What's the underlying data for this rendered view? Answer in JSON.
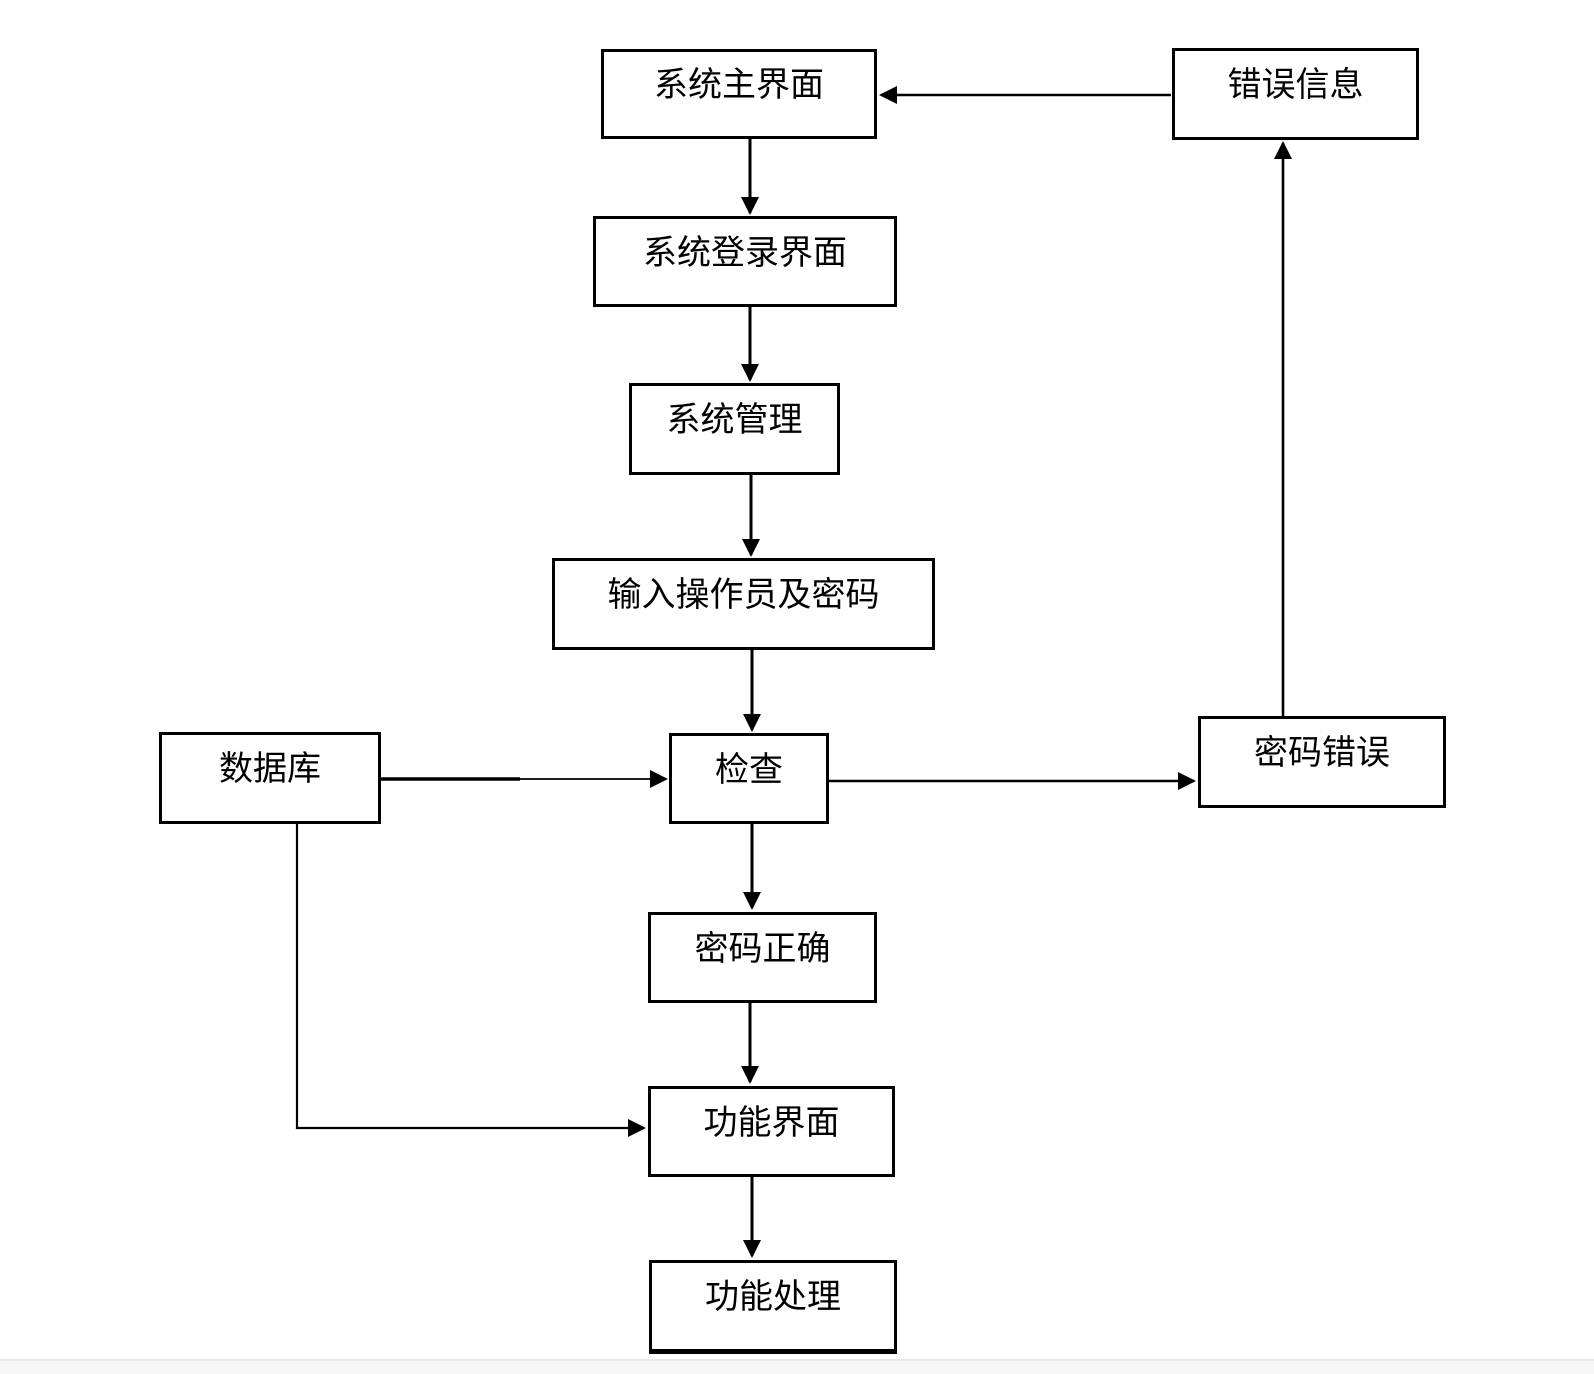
{
  "diagram": {
    "nodes": [
      {
        "id": "system-main",
        "label": "系统主界面"
      },
      {
        "id": "error-info",
        "label": "错误信息"
      },
      {
        "id": "system-login",
        "label": "系统登录界面"
      },
      {
        "id": "system-mgmt",
        "label": "系统管理"
      },
      {
        "id": "input-operator-password",
        "label": "输入操作员及密码"
      },
      {
        "id": "database",
        "label": "数据库"
      },
      {
        "id": "check",
        "label": "检查"
      },
      {
        "id": "password-error",
        "label": "密码错误"
      },
      {
        "id": "password-correct",
        "label": "密码正确"
      },
      {
        "id": "function-ui",
        "label": "功能界面"
      },
      {
        "id": "function-process",
        "label": "功能处理"
      }
    ],
    "edges": [
      {
        "from": "system-main",
        "to": "system-login"
      },
      {
        "from": "error-info",
        "to": "system-main"
      },
      {
        "from": "system-login",
        "to": "system-mgmt"
      },
      {
        "from": "system-mgmt",
        "to": "input-operator-password"
      },
      {
        "from": "input-operator-password",
        "to": "check"
      },
      {
        "from": "database",
        "to": "check"
      },
      {
        "from": "check",
        "to": "password-error"
      },
      {
        "from": "password-error",
        "to": "error-info"
      },
      {
        "from": "check",
        "to": "password-correct"
      },
      {
        "from": "password-correct",
        "to": "function-ui"
      },
      {
        "from": "database",
        "to": "function-ui"
      },
      {
        "from": "function-ui",
        "to": "function-process"
      }
    ],
    "colors": {
      "line": "#000000",
      "box_border": "#000000",
      "box_fill": "#ffffff",
      "text": "#000000",
      "background": "#ffffff",
      "bottom_strip": "#f7f7f7"
    }
  }
}
